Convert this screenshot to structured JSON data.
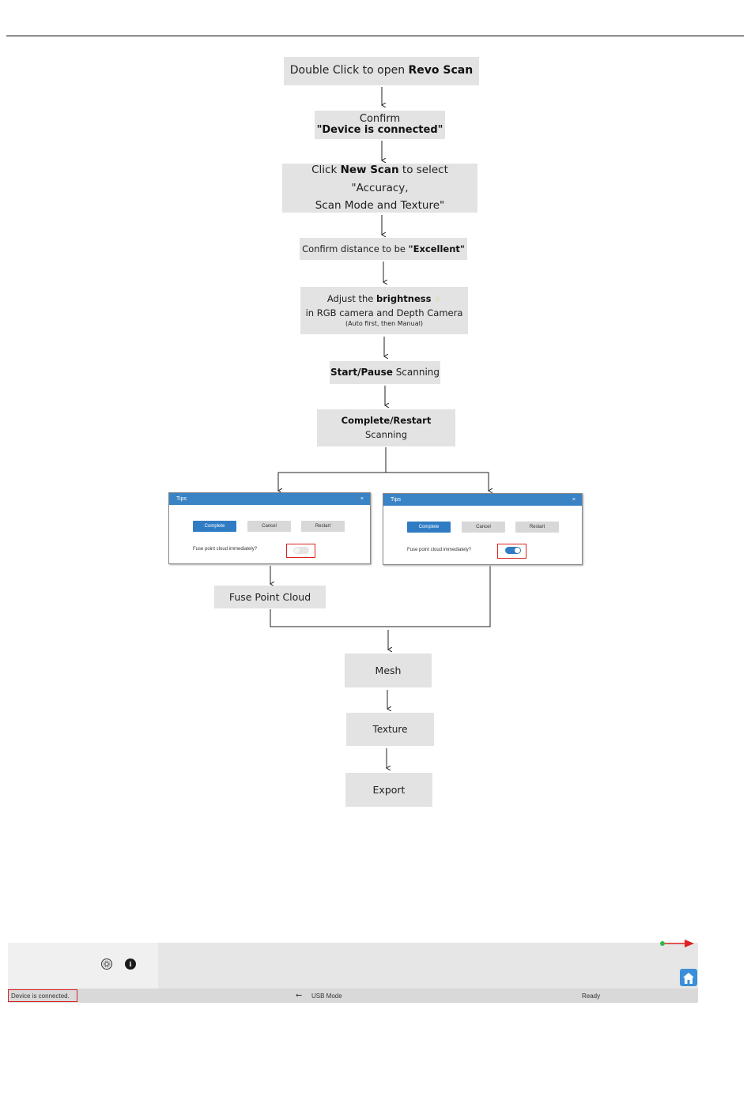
{
  "flow": {
    "step1": {
      "pre": "Double Click to open ",
      "bold": "Revo Scan"
    },
    "step2": {
      "line1": "Confirm",
      "line2": "\"Device is connected\""
    },
    "step3": {
      "pre": "Click ",
      "bold": "New Scan",
      "post": " to select \"Accuracy,",
      "line2": "Scan Mode and Texture\""
    },
    "step4": {
      "pre": "Confirm distance to be ",
      "bold": "\"Excellent\""
    },
    "step5": {
      "pre": "Adjust the ",
      "bold": "brightness",
      "line2": "in RGB camera and Depth Camera",
      "line3": "(Auto first, then Manual)"
    },
    "step6": {
      "bold": "Start/Pause",
      "post": " Scanning"
    },
    "step7": {
      "bold": "Complete/Restart",
      "line2": "Scanning"
    },
    "fuse": "Fuse Point Cloud",
    "mesh": "Mesh",
    "texture": "Texture",
    "export": "Export"
  },
  "dialogs": [
    {
      "title": "Tips",
      "close": "×",
      "complete": "Complete",
      "cancel": "Cancel",
      "restart": "Restart",
      "label": "Fuse point cloud immediately?",
      "toggle_on": false
    },
    {
      "title": "Tips",
      "close": "×",
      "complete": "Complete",
      "cancel": "Cancel",
      "restart": "Restart",
      "label": "Fuse point cloud immediately?",
      "toggle_on": true
    }
  ],
  "statusbar": {
    "connection": "Device is connected.",
    "usb_mode": "USB Mode",
    "state": "Ready"
  },
  "icons": [
    "settings-icon",
    "info-icon",
    "usb-icon",
    "home-icon",
    "sun-icon"
  ],
  "colors": {
    "accent": "#2f7cc4",
    "highlight": "#d22222",
    "box": "#e3e3e3"
  }
}
